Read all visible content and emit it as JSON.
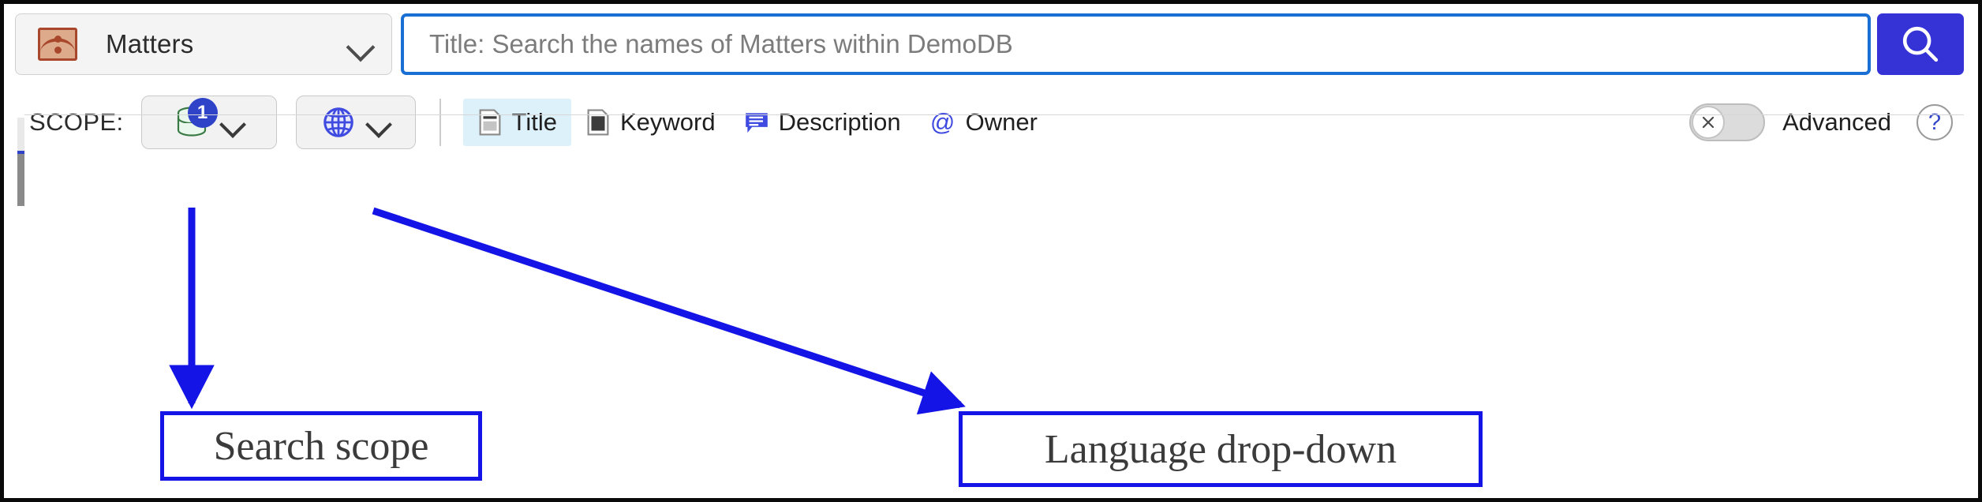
{
  "topbar": {
    "entity_selector": {
      "icon": "matter-icon",
      "label": "Matters",
      "chevron": "chevron-down-icon"
    },
    "search": {
      "value": "",
      "placeholder": "Title: Search the names of Matters within DemoDB",
      "button_icon": "search-icon",
      "button_color": "#3532d6",
      "focus_border_color": "#1a6fd4"
    }
  },
  "scope_row": {
    "label": "SCOPE:",
    "database_button": {
      "icon": "database-icon",
      "badge_count": "1",
      "badge_color": "#2f43c9",
      "chevron": "chevron-down-icon"
    },
    "language_button": {
      "icon": "globe-icon",
      "icon_color": "#3f4ae0",
      "chevron": "chevron-down-icon"
    },
    "field_tabs": [
      {
        "label": "Title",
        "icon": "document-title-icon",
        "selected": true,
        "highlight_color": "#ddf1fb"
      },
      {
        "label": "Keyword",
        "icon": "document-keyword-icon",
        "selected": false,
        "highlight_color": ""
      },
      {
        "label": "Description",
        "icon": "speech-bubble-icon",
        "selected": false,
        "highlight_color": ""
      },
      {
        "label": "Owner",
        "icon": "at-sign-icon",
        "selected": false,
        "highlight_color": ""
      }
    ],
    "advanced_toggle": {
      "label": "Advanced",
      "state": "off",
      "knob_icon": "x-icon"
    },
    "help": {
      "icon": "question-mark-icon",
      "label": "?",
      "color": "#2f43c9"
    }
  },
  "annotations": {
    "color": "#1414e6",
    "callouts": [
      {
        "text": "Search scope",
        "points_to": "database-scope-button"
      },
      {
        "text": "Language drop-down",
        "points_to": "language-globe-button"
      }
    ]
  }
}
